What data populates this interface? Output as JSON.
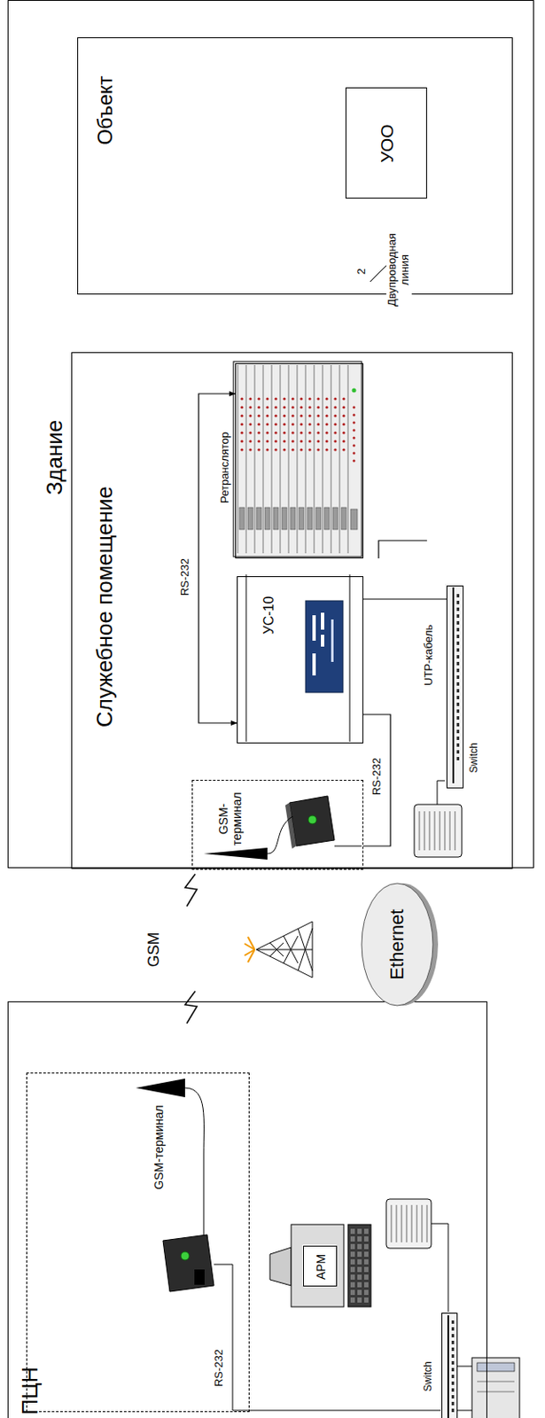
{
  "diagram": {
    "nodes": [
      {
        "text": [
          "Здание"
        ]
      },
      {
        "text": [
          "Объект"
        ],
        "in": 0
      },
      {
        "text": [
          "УОО"
        ],
        "in": 1
      },
      {
        "text": [
          "Служебное помещение"
        ],
        "in": 0
      },
      {
        "text": [
          "GSM-терминал"
        ],
        "in": 3
      },
      {
        "text": [
          "УС-10"
        ],
        "in": 3
      },
      {
        "text": [
          "Ретранслятор"
        ],
        "in": 3
      },
      {
        "text": [
          "Switch"
        ],
        "in": 3
      },
      {
        "text": [
          "Ethernet"
        ]
      },
      {
        "text": [
          "ПЦН"
        ]
      },
      {
        "text": [
          "GSM-терминал"
        ],
        "in": 9
      },
      {
        "text": [
          "АРМ"
        ],
        "in": 9
      },
      {
        "text": [
          "Switch"
        ],
        "in": 9
      }
    ],
    "edges": [
      {
        "from": 2,
        "to": 6,
        "label": "Двупроводная линия",
        "arrow": "none"
      },
      {
        "from": 5,
        "to": 6,
        "label": "RS-232",
        "arrow": "both"
      },
      {
        "from": 4,
        "to": 5,
        "label": "RS-232",
        "arrow": "none"
      },
      {
        "from": 5,
        "to": 7,
        "label": "UTP-кабель",
        "arrow": "none"
      }
    ],
    "labels": [
      "2",
      "GSM",
      "RS-232"
    ]
  }
}
